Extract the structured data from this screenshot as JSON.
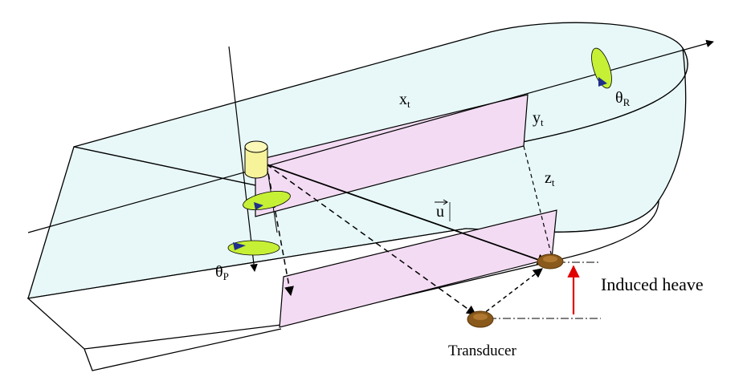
{
  "labels": {
    "x_main": "x",
    "x_sub": "t",
    "y_main": "y",
    "y_sub": "t",
    "z_main": "z",
    "z_sub": "t",
    "u_vector": "u",
    "theta_r_main": "θ",
    "theta_r_sub": "R",
    "theta_p_main": "θ",
    "theta_p_sub": "P",
    "induced_heave": "Induced heave",
    "transducer": "Transducer"
  },
  "colors": {
    "hull_fill": "#e8f8f8",
    "plane_fill": "#f3dcf3",
    "sensor_fill": "#f6f39a",
    "disc_fill": "#c6f035",
    "transducer_fill": "#8a5a1c",
    "arrow_blue": "#1e2f8c",
    "heave_arrow": "#e00000"
  },
  "icons": {
    "sensor": "cylinder-motion-sensor-icon",
    "transducer": "transducer-icon"
  }
}
